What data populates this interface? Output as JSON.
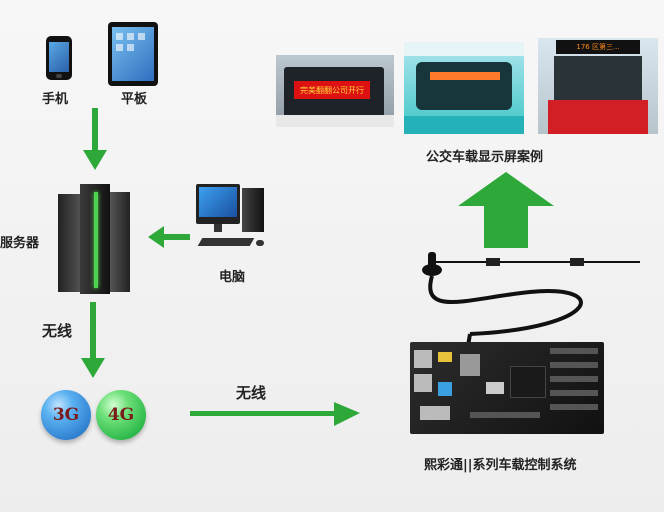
{
  "labels": {
    "phone": "手机",
    "tablet": "平板",
    "server": "服务器",
    "computer": "电脑",
    "wireless_1": "无线",
    "wireless_2": "无线",
    "bus_cases": "公交车载显示屏案例",
    "controller": "熙彩通||系列车载控制系统"
  },
  "badges": {
    "three_g": "3G",
    "four_g": "4G"
  },
  "bus_displays": {
    "bus1_sign": "完美翻翻公司开行",
    "bus3_route": "176 区第三..."
  },
  "colors": {
    "arrow": "#2fa83a",
    "badge_3g": "#2f7fd0",
    "badge_4g": "#2cb84a",
    "server_accent": "#4fd24f"
  }
}
